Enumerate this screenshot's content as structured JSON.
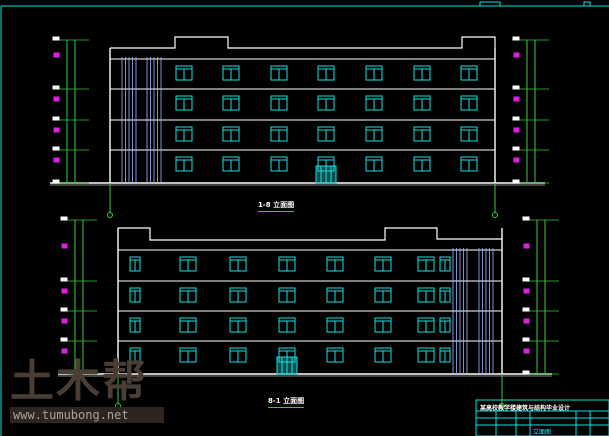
{
  "drawing": {
    "colors": {
      "frame": "#00e5e5",
      "wall": "#ffffff",
      "window": "#19e0e0",
      "stair": "#9fb7ff",
      "dim": "#33cc33",
      "mark": "#e020e0"
    },
    "floors": 4,
    "top_elevation": {
      "label": "1-8 立面图",
      "windows_per_floor": 7
    },
    "bottom_elevation": {
      "label": "8-1 立面图",
      "windows_per_floor": 8
    }
  },
  "title_block": {
    "title": "某高校教学楼建筑与结构毕业设计",
    "drawing_name": "立面图"
  },
  "watermark": {
    "logo": "土木帮",
    "url": "www.tumubong.net"
  }
}
